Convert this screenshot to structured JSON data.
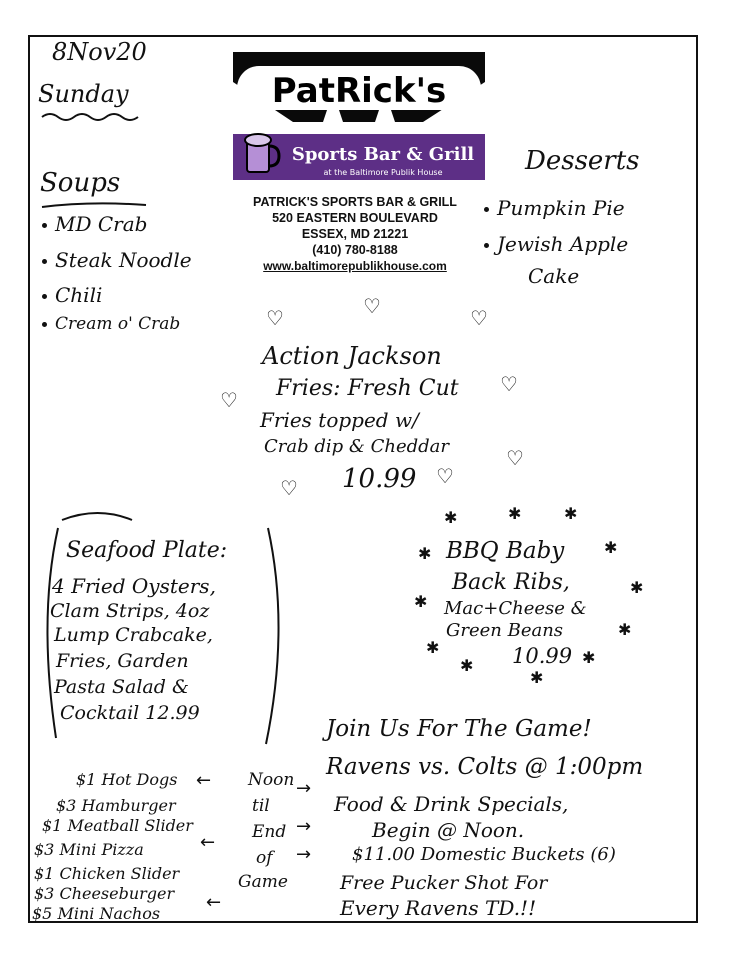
{
  "date": {
    "line1": "8Nov20",
    "line2": "Sunday"
  },
  "logo": {
    "brand": "PatRick's",
    "subtitle": "Sports Bar & Grill",
    "tagline": "at the Baltimore Publik House"
  },
  "contact": {
    "name": "PATRICK'S SPORTS BAR & GRILL",
    "street": "520 EASTERN BOULEVARD",
    "city": "ESSEX, MD 21221",
    "phone": "(410)  780-8188",
    "website": "www.baltimorepublikhouse.com"
  },
  "soups": {
    "title": "Soups",
    "items": [
      "MD Crab",
      "Steak Noodle",
      "Chili",
      "Cream o' Crab"
    ]
  },
  "desserts": {
    "title": "Desserts",
    "items": [
      "Pumpkin Pie",
      "Jewish Apple",
      "Cake"
    ]
  },
  "action_jackson": {
    "lines": [
      "Action Jackson",
      "Fries: Fresh Cut",
      "Fries topped w/",
      "Crab dip & Cheddar",
      "10.99"
    ]
  },
  "seafood": {
    "lines": [
      "Seafood Plate:",
      "4 Fried Oysters,",
      "Clam Strips, 4oz",
      "Lump Crabcake,",
      "Fries, Garden",
      "Pasta Salad &",
      "Cocktail  12.99"
    ]
  },
  "bbq": {
    "lines": [
      "BBQ Baby",
      "Back Ribs,",
      "Mac+Cheese &",
      "Green Beans",
      "10.99"
    ]
  },
  "game": {
    "lines": [
      "Join Us For The Game!",
      "Ravens vs. Colts @ 1:00pm",
      "Food & Drink Specials,",
      "Begin @ Noon.",
      "$11.00 Domestic Buckets (6)",
      "Free Pucker Shot For",
      "Every Ravens TD.!!"
    ]
  },
  "specials": {
    "items": [
      "$1 Hot Dogs",
      "$3 Hamburger",
      "$1 Meatball Slider",
      "$3 Mini Pizza",
      "$1 Chicken Slider",
      "$3 Cheeseburger",
      "$5 Mini Nachos"
    ],
    "time_label": [
      "Noon",
      "til",
      "End",
      "of",
      "Game"
    ]
  }
}
